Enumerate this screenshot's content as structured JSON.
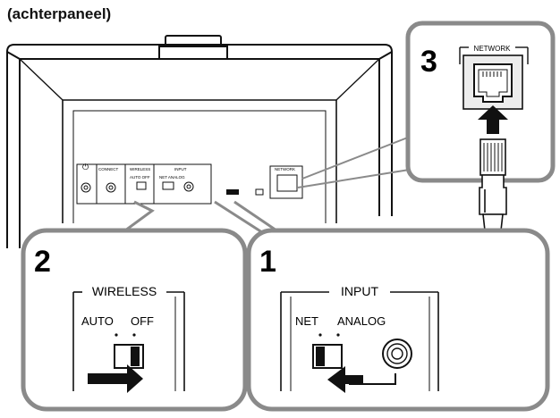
{
  "caption": "(achterpaneel)",
  "steps": {
    "one": "1",
    "two": "2",
    "three": "3"
  },
  "callout_network": {
    "panel_label": "NETWORK"
  },
  "callout_wireless": {
    "group_label": "WIRELESS",
    "option_auto": "AUTO",
    "option_off": "OFF"
  },
  "callout_input": {
    "group_label": "INPUT",
    "option_net": "NET",
    "option_analog": "ANALOG"
  },
  "back_panel": {
    "connect_label": "CONNECT",
    "wireless_label": "WIRELESS",
    "auto_off_label": "AUTO OFF",
    "input_label": "INPUT",
    "net_analog_label": "NET ANALOG",
    "network_label": "NETWORK",
    "power_symbol": "⏻"
  },
  "colors": {
    "outline": "#111111",
    "callout_border": "#8a8a8a",
    "panel_fill": "#ececec",
    "arrow": "#111111"
  }
}
